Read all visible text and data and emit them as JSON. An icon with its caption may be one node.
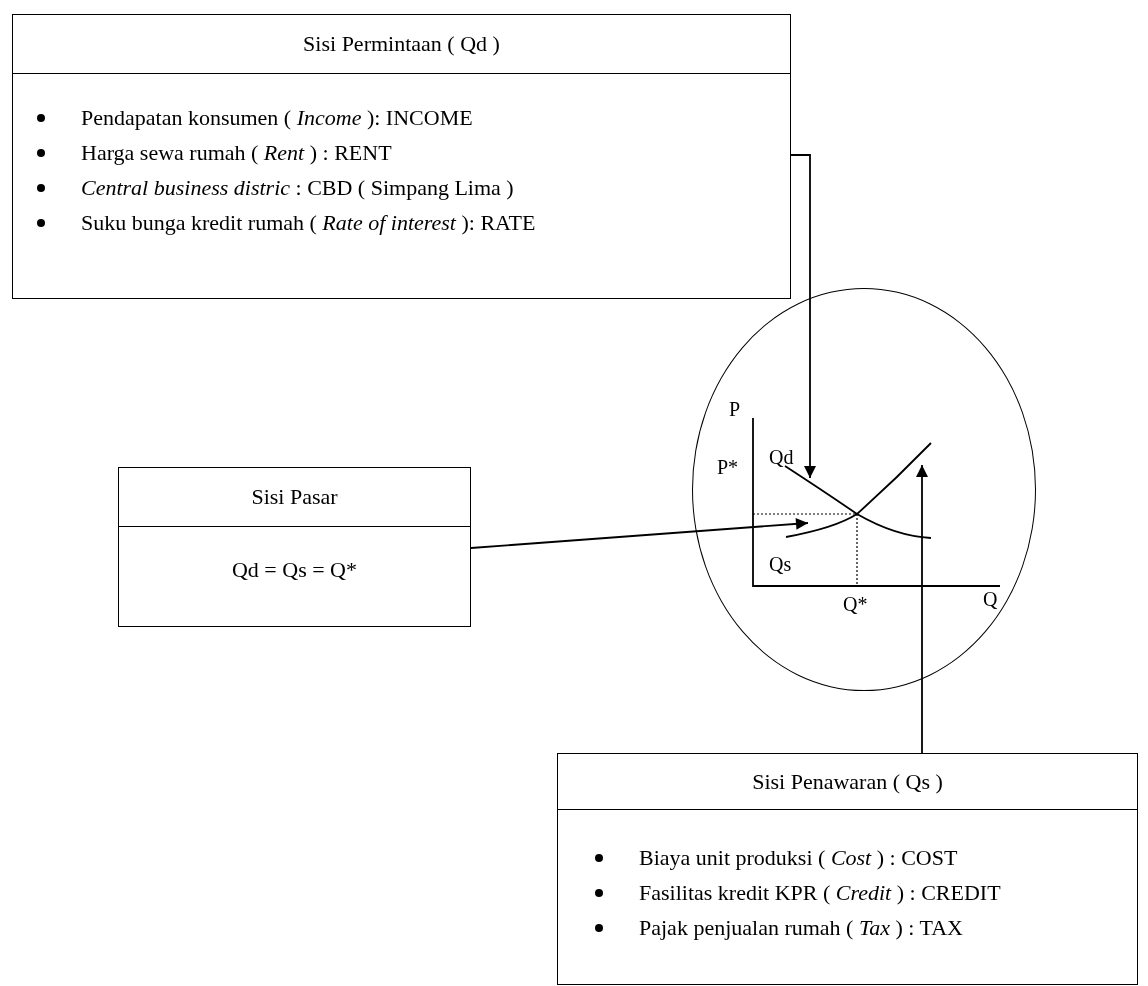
{
  "diagram": {
    "nodes": [
      {
        "text": [
          "Sisi Permintaan  ( Qd )",
          "Pendapatan konsumen ( *Income* ): INCOME",
          "Harga sewa rumah  ( *Rent* ) : RENT",
          "*Central business distric* : CBD ( Simpang Lima )",
          "Suku bunga kredit rumah ( *Rate of interest* ): RATE"
        ]
      },
      {
        "text": [
          "Sisi Pasar",
          "Qd = Qs =  Q*"
        ]
      },
      {
        "text": [
          "P",
          "Qd",
          "P*",
          "Qs",
          "Q*",
          "Q"
        ]
      },
      {
        "text": [
          "Sisi Penawaran ( Qs )",
          "Biaya unit produksi ( *Cost* ) : COST",
          "Fasilitas kredit KPR ( *Credit* ) : CREDIT",
          "Pajak penjualan rumah ( *Tax* ) : TAX"
        ]
      }
    ],
    "edges": [
      {
        "from": 0,
        "to": 2,
        "arrow": "to"
      },
      {
        "from": 1,
        "to": 2,
        "arrow": "to"
      },
      {
        "from": 3,
        "to": 2,
        "arrow": "to"
      }
    ]
  }
}
